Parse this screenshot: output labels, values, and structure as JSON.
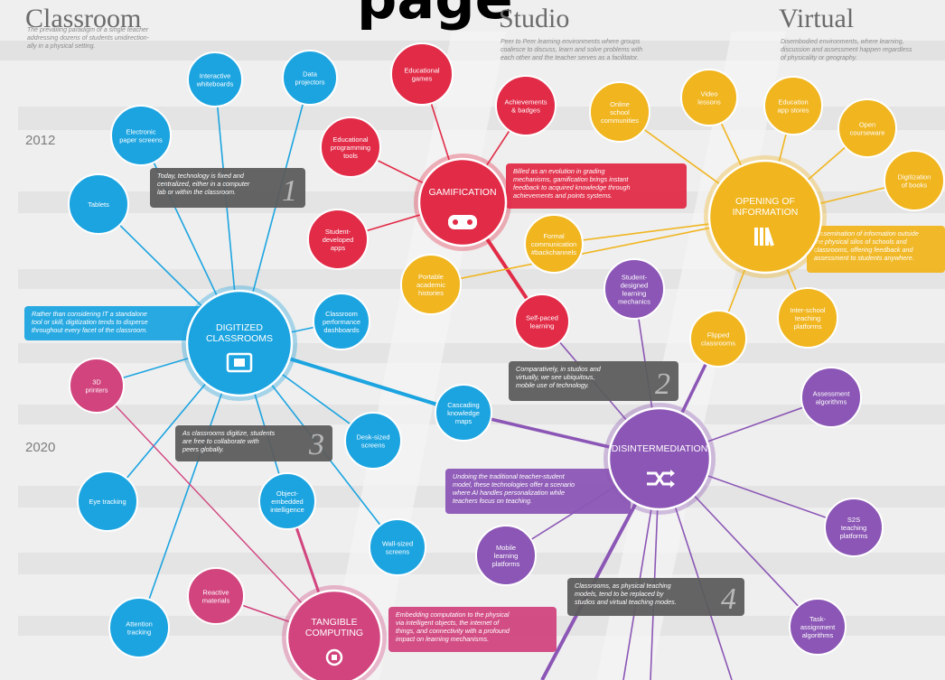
{
  "header_fragment": "page",
  "columns": [
    {
      "title": "Classroom",
      "desc": [
        "The prevailing paradigm of a single teacher",
        "addressing dozens of students unidirection-",
        "ally in a physical setting."
      ]
    },
    {
      "title": "Studio",
      "desc": [
        "Peer to Peer learning environments where groups",
        "coalesce to discuss, learn and solve problems with",
        "each other and the teacher serves as a facilitator."
      ]
    },
    {
      "title": "Virtual",
      "desc": [
        "Disembodied environments, where learning,",
        "discussion and assessment happen regardless",
        "of physicality or geography."
      ]
    }
  ],
  "years": [
    "2012",
    "2020"
  ],
  "colors": {
    "blue": "#1ca4e0",
    "red": "#e12b47",
    "yellow": "#f0b51f",
    "purple": "#8b56b5",
    "pink": "#d1447e",
    "gray": "#5c5c5c",
    "background": "#efefef"
  },
  "hubs": [
    {
      "id": "digitized",
      "lines": [
        "DIGITIZED",
        "CLASSROOMS"
      ],
      "color": "blue",
      "icon": "tablet-touch-icon"
    },
    {
      "id": "gamification",
      "lines": [
        "GAMIFICATION"
      ],
      "color": "red",
      "icon": "gamepad-icon"
    },
    {
      "id": "opening",
      "lines": [
        "OPENING OF",
        "INFORMATION"
      ],
      "color": "yellow",
      "icon": "books-icon"
    },
    {
      "id": "disintermediation",
      "lines": [
        "DISINTERMEDIATION"
      ],
      "color": "purple",
      "icon": "shuffle-icon"
    },
    {
      "id": "tangible",
      "lines": [
        "TANGIBLE",
        "COMPUTING"
      ],
      "color": "pink",
      "icon": "hand-icon"
    }
  ],
  "nodes": [
    {
      "lines": [
        "Interactive",
        "whiteboards"
      ],
      "color": "blue"
    },
    {
      "lines": [
        "Data",
        "projectors"
      ],
      "color": "blue"
    },
    {
      "lines": [
        "Electronic",
        "paper screens"
      ],
      "color": "blue"
    },
    {
      "lines": [
        "Tablets"
      ],
      "color": "blue"
    },
    {
      "lines": [
        "Classroom",
        "performance",
        "dashboards"
      ],
      "color": "blue"
    },
    {
      "lines": [
        "Cascading",
        "knowledge",
        "maps"
      ],
      "color": "blue"
    },
    {
      "lines": [
        "Desk-sized",
        "screens"
      ],
      "color": "blue"
    },
    {
      "lines": [
        "Object-",
        "embedded",
        "intelligence"
      ],
      "color": "blue"
    },
    {
      "lines": [
        "Wall-sized",
        "screens"
      ],
      "color": "blue"
    },
    {
      "lines": [
        "Eye tracking"
      ],
      "color": "blue"
    },
    {
      "lines": [
        "Attention",
        "tracking"
      ],
      "color": "blue"
    },
    {
      "lines": [
        "3D",
        "printers"
      ],
      "color": "pink"
    },
    {
      "lines": [
        "Reactive",
        "materials"
      ],
      "color": "pink"
    },
    {
      "lines": [
        "Educational",
        "games"
      ],
      "color": "red"
    },
    {
      "lines": [
        "Achievements",
        "& badges"
      ],
      "color": "red"
    },
    {
      "lines": [
        "Educational",
        "programming",
        "tools"
      ],
      "color": "red"
    },
    {
      "lines": [
        "Student-",
        "developed",
        "apps"
      ],
      "color": "red"
    },
    {
      "lines": [
        "Self-paced",
        "learning"
      ],
      "color": "red"
    },
    {
      "lines": [
        "Online",
        "school",
        "communities"
      ],
      "color": "yellow"
    },
    {
      "lines": [
        "Video",
        "lessons"
      ],
      "color": "yellow"
    },
    {
      "lines": [
        "Education",
        "app stores"
      ],
      "color": "yellow"
    },
    {
      "lines": [
        "Open",
        "courseware"
      ],
      "color": "yellow"
    },
    {
      "lines": [
        "Digitization",
        "of books"
      ],
      "color": "yellow"
    },
    {
      "lines": [
        "Formal",
        "communication",
        "#backchannels"
      ],
      "color": "yellow"
    },
    {
      "lines": [
        "Portable",
        "academic",
        "histories"
      ],
      "color": "yellow"
    },
    {
      "lines": [
        "Inter-school",
        "teaching",
        "platforms"
      ],
      "color": "yellow"
    },
    {
      "lines": [
        "Flipped",
        "classrooms"
      ],
      "color": "yellow"
    },
    {
      "lines": [
        "Student-",
        "designed",
        "learning",
        "mechanics"
      ],
      "color": "purple"
    },
    {
      "lines": [
        "Assessment",
        "algorithms"
      ],
      "color": "purple"
    },
    {
      "lines": [
        "S2S",
        "teaching",
        "platforms"
      ],
      "color": "purple"
    },
    {
      "lines": [
        "Mobile",
        "learning",
        "platforms"
      ],
      "color": "purple"
    },
    {
      "lines": [
        "Task-",
        "assignment",
        "algorithms"
      ],
      "color": "purple"
    }
  ],
  "boxes": [
    {
      "lines": [
        "Today, technology is fixed and",
        "centralized, either in a computer",
        "lab or within the classroom."
      ],
      "num": "1",
      "color": "gray"
    },
    {
      "lines": [
        "Comparatively, in studios and",
        "virtually, we see ubiquitous,",
        "mobile use of technology."
      ],
      "num": "2",
      "color": "gray"
    },
    {
      "lines": [
        "As classrooms digitize, students",
        "are free to collaborate with",
        "peers globally."
      ],
      "num": "3",
      "color": "gray"
    },
    {
      "lines": [
        "Classrooms, as physical teaching",
        "models, tend to be replaced by",
        "studios and virtual teaching modes."
      ],
      "num": "4",
      "color": "gray"
    },
    {
      "lines": [
        "Billed as an evolution in grading",
        "mechanisms, gamification brings instant",
        "feedback to acquired knowledge through",
        "achievements and points systems."
      ],
      "num": "",
      "color": "red"
    },
    {
      "lines": [
        "Rather than considering IT a standalone",
        "tool or skill, digitization tends to disperse",
        "throughout every facet of the classroom."
      ],
      "num": "",
      "color": "blue"
    },
    {
      "lines": [
        "Dissemination of information outside",
        "the physical silos of schools and",
        "classrooms, offering feedback and",
        "assessment to students anywhere."
      ],
      "num": "",
      "color": "yellow"
    },
    {
      "lines": [
        "Undoing the traditional teacher-student",
        "model, these technologies offer a scenario",
        "where AI handles personalization while",
        "teachers focus on teaching."
      ],
      "num": "",
      "color": "purple"
    },
    {
      "lines": [
        "Embedding computation to the physical",
        "via intelligent objects, the internet of",
        "things, and connectivity with a profound",
        "impact on learning mechanisms."
      ],
      "num": "",
      "color": "pink"
    }
  ]
}
